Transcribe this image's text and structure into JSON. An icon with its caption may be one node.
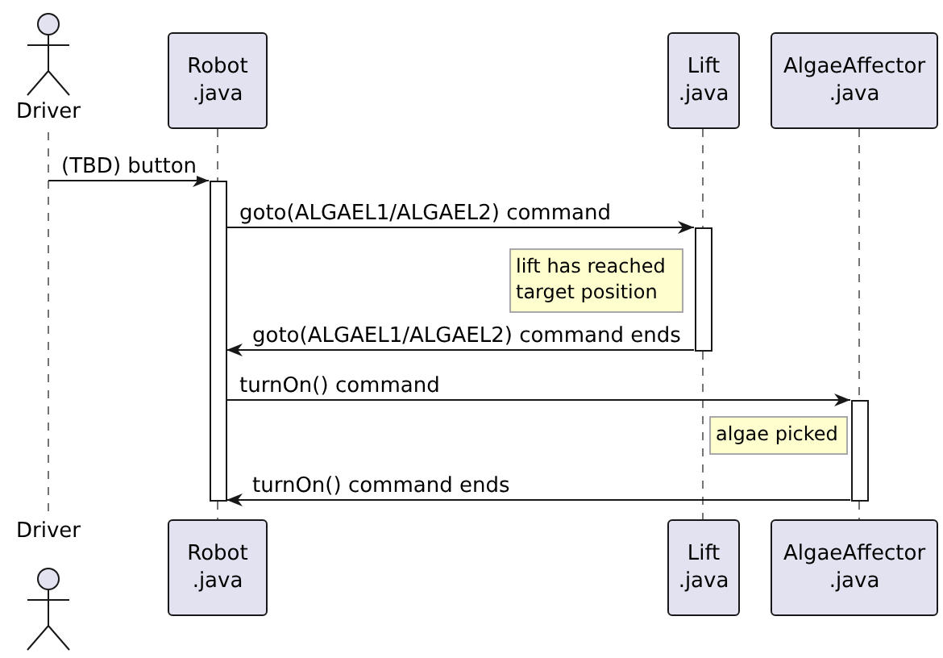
{
  "diagram": {
    "nodes": [
      {
        "text": [
          "Driver"
        ]
      },
      {
        "text": [
          "Robot .java"
        ]
      },
      {
        "text": [
          "Lift .java"
        ]
      },
      {
        "text": [
          "AlgaeAffector .java"
        ]
      },
      {
        "text": [],
        "shape": "bar"
      },
      {
        "text": [],
        "shape": "bar"
      },
      {
        "text": [
          "lift has reached target position"
        ]
      },
      {
        "text": [],
        "shape": "bar"
      },
      {
        "text": [
          "algae picked"
        ]
      },
      {
        "text": [
          "Driver"
        ]
      },
      {
        "text": [
          "Robot .java"
        ]
      },
      {
        "text": [
          "Lift .java"
        ]
      },
      {
        "text": [
          "AlgaeAffector .java"
        ]
      }
    ],
    "edges": [
      {
        "from": 0,
        "to": 4,
        "arrow": "to",
        "label": "(TBD) button"
      },
      {
        "from": 4,
        "to": 5,
        "arrow": "to",
        "label": "goto(ALGAEL1/ALGAEL2) command"
      },
      {
        "from": 5,
        "to": 4,
        "arrow": "to",
        "label": "goto(ALGAEL1/ALGAEL2) command ends"
      },
      {
        "from": 4,
        "to": 7,
        "arrow": "to",
        "label": "turnOn() command"
      },
      {
        "from": 7,
        "to": 4,
        "arrow": "to",
        "label": "turnOn() command ends"
      },
      {
        "from": 0,
        "to": 9,
        "arrow": "none",
        "style": "dashed"
      },
      {
        "from": 1,
        "to": 4,
        "arrow": "none",
        "style": "dashed"
      },
      {
        "from": 4,
        "to": 10,
        "arrow": "none",
        "style": "dashed"
      },
      {
        "from": 2,
        "to": 5,
        "arrow": "none",
        "style": "dashed"
      },
      {
        "from": 5,
        "to": 11,
        "arrow": "none",
        "style": "dashed"
      },
      {
        "from": 3,
        "to": 7,
        "arrow": "none",
        "style": "dashed"
      },
      {
        "from": 7,
        "to": 12,
        "arrow": "none",
        "style": "dashed"
      }
    ]
  }
}
